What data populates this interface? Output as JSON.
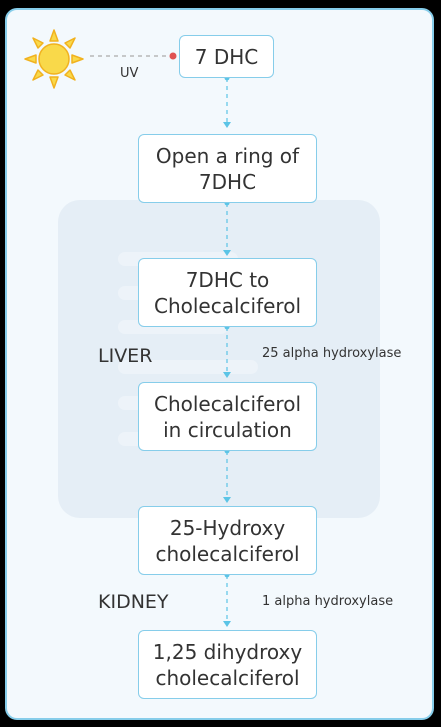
{
  "light": {
    "label": "UV"
  },
  "steps": [
    {
      "text": "7 DHC"
    },
    {
      "text": "Open a ring of\n7DHC"
    },
    {
      "text": "7DHC to\nCholecalciferol"
    },
    {
      "text": "Cholecalciferol\nin circulation"
    },
    {
      "text": "25-Hydroxy\ncholecalciferol"
    },
    {
      "text": "1,25 dihydroxy\ncholecalciferol"
    }
  ],
  "organs": [
    {
      "name": "LIVER",
      "enzyme": "25 alpha hydroxylase"
    },
    {
      "name": "KIDNEY",
      "enzyme": "1 alpha hydroxylase"
    }
  ],
  "colors": {
    "border": "#86cdea",
    "connector": "#5bc4e6",
    "sun": "#f9d94a",
    "sun_edge": "#f1b21f",
    "uv_dot": "#e05252"
  },
  "icons": [
    "sun-icon"
  ]
}
